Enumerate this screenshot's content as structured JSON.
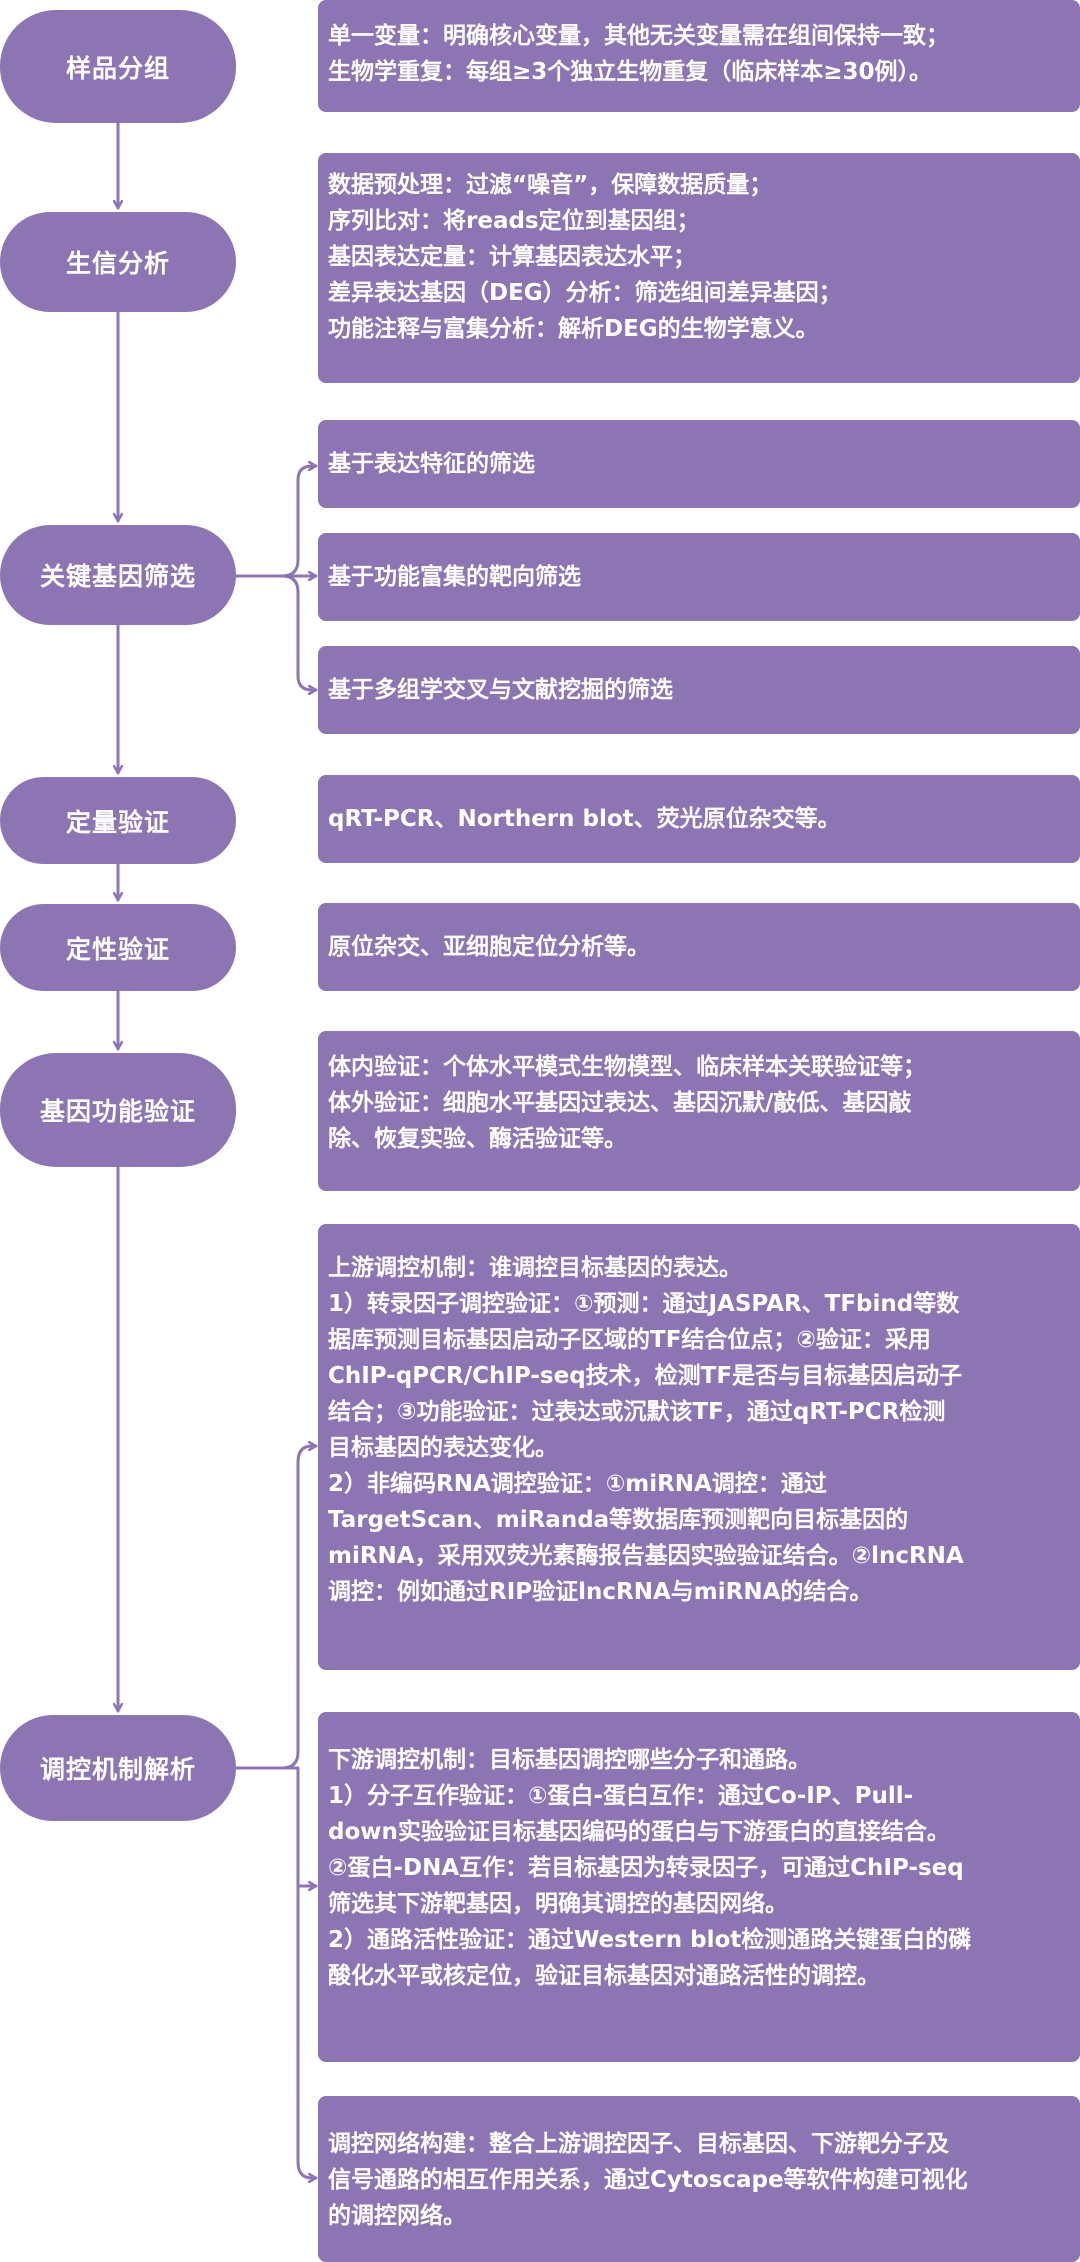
{
  "colors": {
    "fill": "#8d74b3",
    "connector": "#8d74b3",
    "text": "#ffffff"
  },
  "steps": [
    {
      "id": "sample",
      "label": "样品分组"
    },
    {
      "id": "bioinfo",
      "label": "生信分析"
    },
    {
      "id": "screen",
      "label": "关键基因筛选"
    },
    {
      "id": "quant",
      "label": "定量验证"
    },
    {
      "id": "qual",
      "label": "定性验证"
    },
    {
      "id": "func",
      "label": "基因功能验证"
    },
    {
      "id": "reg",
      "label": "调控机制解析"
    }
  ],
  "boxes": {
    "sample": [
      "单一变量：明确核心变量，其他无关变量需在组间保持一致；",
      "生物学重复：每组≥3个独立生物重复（临床样本≥30例）。"
    ],
    "bioinfo": [
      "数据预处理：过滤“噪音”，保障数据质量；",
      "序列比对：将reads定位到基因组；",
      "基因表达定量：计算基因表达水平；",
      "差异表达基因（DEG）分析：筛选组间差异基因；",
      "功能注释与富集分析：解析DEG的生物学意义。"
    ],
    "screen_1": [
      "基于表达特征的筛选"
    ],
    "screen_2": [
      "基于功能富集的靶向筛选"
    ],
    "screen_3": [
      "基于多组学交叉与文献挖掘的筛选"
    ],
    "quant": [
      "qRT-PCR、Northern blot、荧光原位杂交等。"
    ],
    "qual": [
      "原位杂交、亚细胞定位分析等。"
    ],
    "func": [
      "体内验证：个体水平模式生物模型、临床样本关联验证等；",
      "体外验证：细胞水平基因过表达、基因沉默/敲低、基因敲",
      "除、恢复实验、酶活验证等。"
    ],
    "reg_up": [
      "上游调控机制：谁调控目标基因的表达。",
      "1）转录因子调控验证：①预测：通过JASPAR、TFbind等数",
      "据库预测目标基因启动子区域的TF结合位点；②验证：采用",
      "ChIP-qPCR/ChIP-seq技术，检测TF是否与目标基因启动子",
      "结合；③功能验证：过表达或沉默该TF，通过qRT-PCR检测",
      "目标基因的表达变化。",
      "2）非编码RNA调控验证：①miRNA调控：通过",
      "TargetScan、miRanda等数据库预测靶向目标基因的",
      "miRNA，采用双荧光素酶报告基因实验验证结合。②lncRNA",
      "调控：例如通过RIP验证lncRNA与miRNA的结合。"
    ],
    "reg_down": [
      "下游调控机制：目标基因调控哪些分子和通路。",
      "1）分子互作验证：①蛋白-蛋白互作：通过Co-IP、Pull-",
      "down实验验证目标基因编码的蛋白与下游蛋白的直接结合。",
      "②蛋白-DNA互作：若目标基因为转录因子，可通过ChIP-seq",
      "筛选其下游靶基因，明确其调控的基因网络。",
      "2）通路活性验证：通过Western blot检测通路关键蛋白的磷",
      "酸化水平或核定位，验证目标基因对通路活性的调控。"
    ],
    "reg_net": [
      "调控网络构建：整合上游调控因子、目标基因、下游靶分子及",
      "信号通路的相互作用关系，通过Cytoscape等软件构建可视化",
      "的调控网络。"
    ]
  }
}
